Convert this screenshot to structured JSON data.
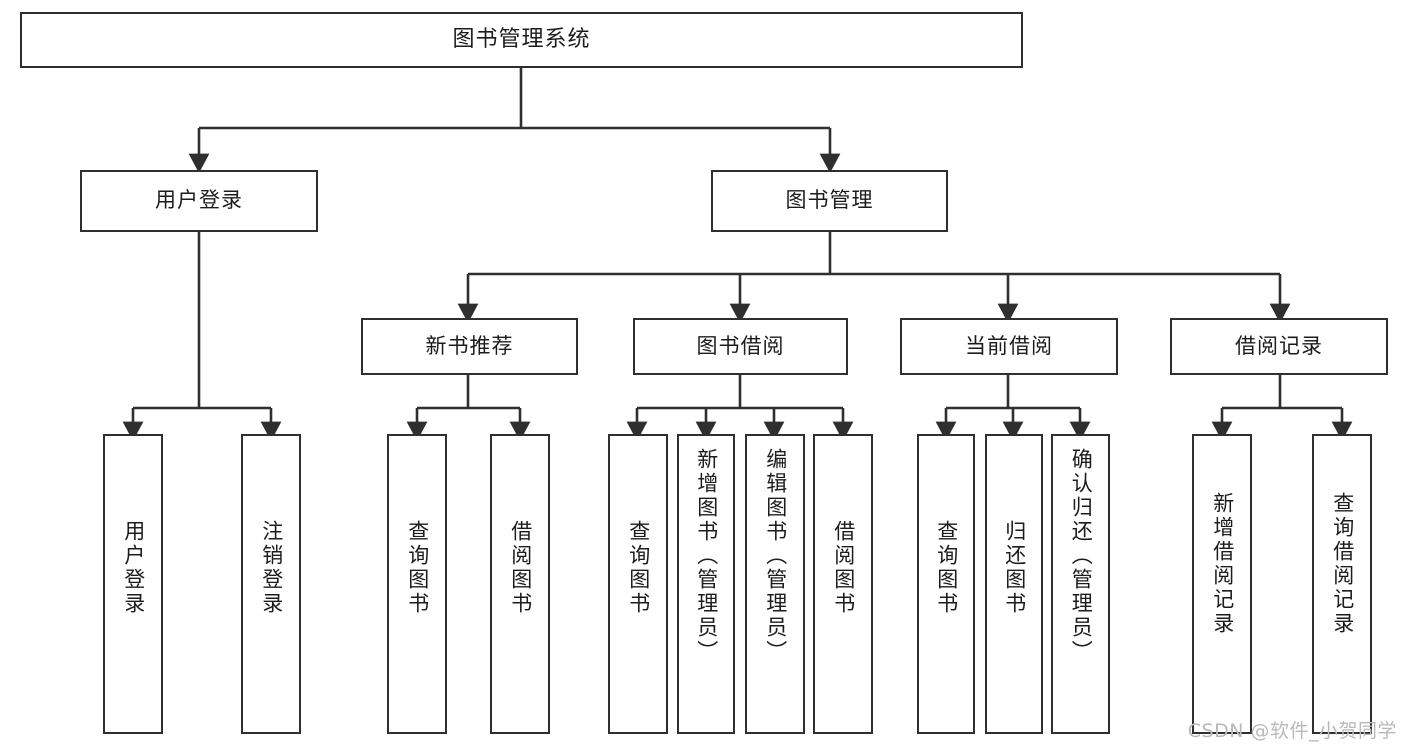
{
  "diagram": {
    "title": "图书管理系统",
    "watermark": "CSDN @软件_小贺同学",
    "style": {
      "border_color": "#2f2f2f",
      "background": "#ffffff",
      "text_color": "#1c1c1c",
      "watermark_color": "#b9b9b9"
    },
    "root": {
      "label": "图书管理系统"
    },
    "level2": [
      {
        "label": "用户登录"
      },
      {
        "label": "图书管理"
      }
    ],
    "level3": [
      {
        "label": "新书推荐"
      },
      {
        "label": "图书借阅"
      },
      {
        "label": "当前借阅"
      },
      {
        "label": "借阅记录"
      }
    ],
    "leaves": {
      "user_login": [
        {
          "label": "用户登录"
        },
        {
          "label": "注销登录"
        }
      ],
      "new_book": [
        {
          "label": "查询图书"
        },
        {
          "label": "借阅图书"
        }
      ],
      "book_borrow": [
        {
          "label": "查询图书"
        },
        {
          "label": "新增图书（管理员）"
        },
        {
          "label": "编辑图书（管理员）"
        },
        {
          "label": "借阅图书"
        }
      ],
      "current_borrow": [
        {
          "label": "查询图书"
        },
        {
          "label": "归还图书"
        },
        {
          "label": "确认归还（管理员）"
        }
      ],
      "borrow_record": [
        {
          "label": "新增借阅记录"
        },
        {
          "label": "查询借阅记录"
        }
      ]
    }
  }
}
